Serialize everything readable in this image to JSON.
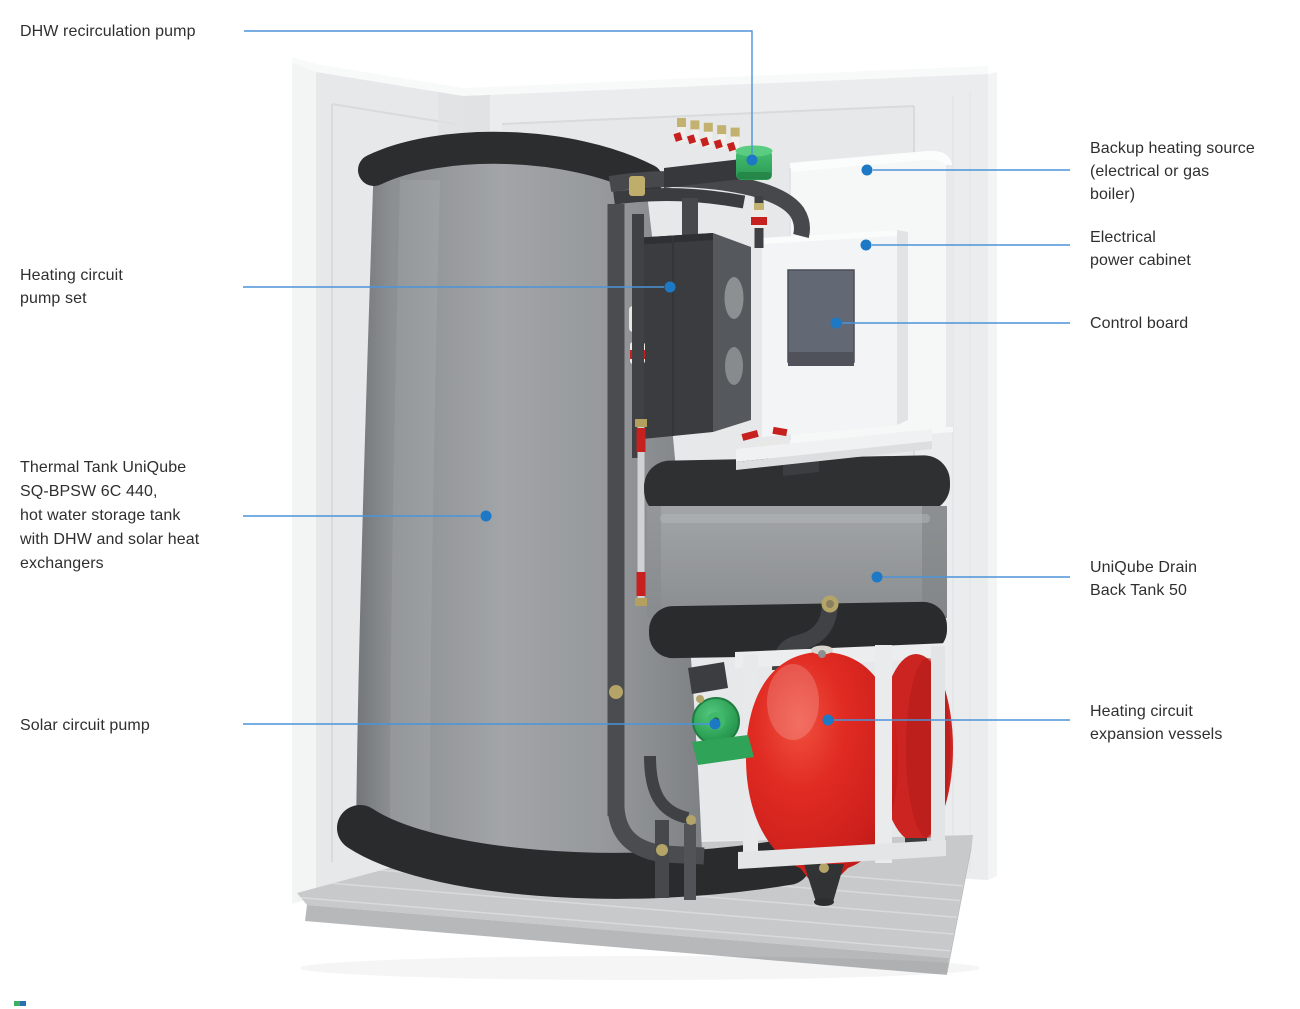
{
  "figure": {
    "kind": "labeled 3D equipment diagram",
    "subject": "Compact heating / hot-water system assembly in a room corner"
  },
  "callouts": [
    {
      "id": "dhw-recirculation-pump",
      "side": "left",
      "label": "DHW recirculation pump"
    },
    {
      "id": "heating-circuit-pump-set",
      "side": "left",
      "label": "Heating circuit\npump set"
    },
    {
      "id": "thermal-tank",
      "side": "left",
      "label": "Thermal Tank UniQube\nSQ-BPSW 6C 440,\nhot water storage tank\nwith DHW and solar heat\nexchangers"
    },
    {
      "id": "solar-circuit-pump",
      "side": "left",
      "label": "Solar circuit pump"
    },
    {
      "id": "backup-heating-source",
      "side": "right",
      "label": "Backup heating source\n(electrical or gas\nboiler)"
    },
    {
      "id": "electrical-power-cabinet",
      "side": "right",
      "label": "Electrical\npower cabinet"
    },
    {
      "id": "control-board",
      "side": "right",
      "label": "Control board"
    },
    {
      "id": "drain-back-tank",
      "side": "right",
      "label": "UniQube Drain\nBack Tank 50"
    },
    {
      "id": "expansion-vessels",
      "side": "right",
      "label": "Heating circuit\nexpansion vessels"
    }
  ],
  "colors": {
    "leader_line": "#4b93d9",
    "dot_blue": "#1d79c5",
    "text_dark": "#2f2f2f",
    "background": "#ffffff",
    "wall_gray": "#ebecee",
    "floor_gray": "#c7c9cb",
    "tank_gray": "#94979a",
    "insulation_dark": "#2b2d2f",
    "pipe_dark": "#46484b",
    "cabinet_white": "#f5f6f7",
    "vessel_red": "#d6201d",
    "pump_green": "#2fa357",
    "brass": "#b5a468"
  }
}
